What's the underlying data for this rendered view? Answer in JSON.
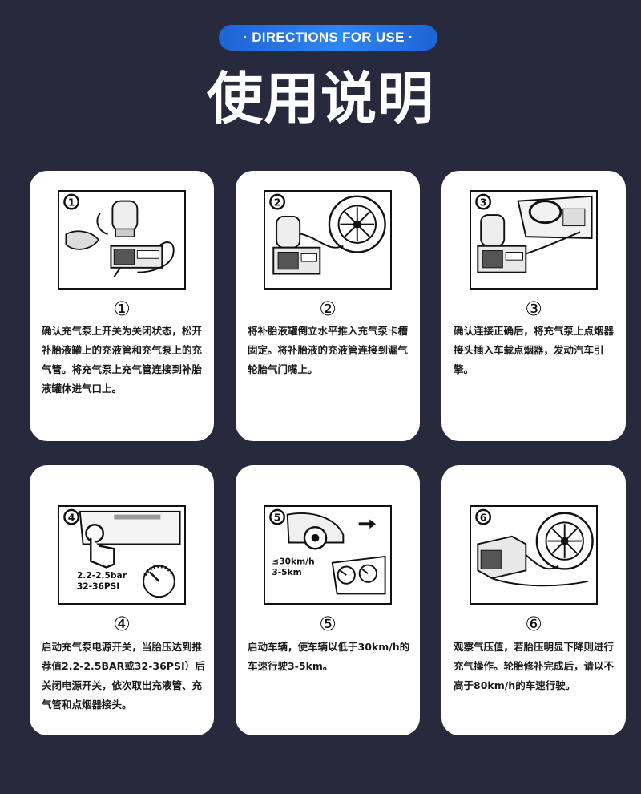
{
  "header": {
    "badge": "· DIRECTIONS FOR USE ·",
    "title": "使用说明"
  },
  "steps": [
    {
      "num": "①",
      "badge": "1",
      "text": "确认充气泵上开关为关闭状态，松开补胎液罐上的充液管和充气泵上的充气管。将充气泵上充气管连接到补胎液罐体进气口上。"
    },
    {
      "num": "②",
      "badge": "2",
      "text": "将补胎液罐倒立水平推入充气泵卡槽固定。将补胎液的充液管连接到漏气轮胎气门嘴上。"
    },
    {
      "num": "③",
      "badge": "3",
      "text": "确认连接正确后，将充气泵上点烟器接头插入车载点烟器，发动汽车引擎。"
    },
    {
      "num": "④",
      "badge": "4",
      "text": "启动充气泵电源开关，当胎压达到推荐值2.2-2.5BAR或32-36PSI）后关闭电源开关，依次取出充液管、充气管和点烟器接头。",
      "illus_line1": "2.2-2.5bar",
      "illus_line2": "32-36PSI"
    },
    {
      "num": "⑤",
      "badge": "5",
      "text": "启动车辆，使车辆以低于30km/h的车速行驶3-5km。",
      "illus_line1": "≤30km/h",
      "illus_line2": "3-5km"
    },
    {
      "num": "⑥",
      "badge": "6",
      "text": "观察气压值，若胎压明显下降则进行充气操作。轮胎修补完成后，请以不高于80km/h的车速行驶。"
    }
  ]
}
